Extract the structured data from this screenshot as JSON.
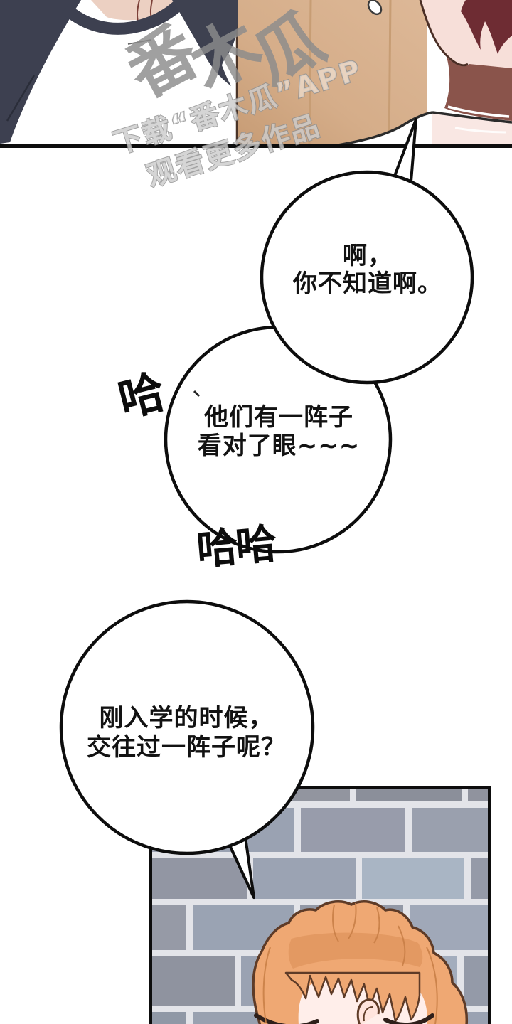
{
  "watermark": {
    "brand": "番木瓜",
    "line1": "下载“番木瓜”APP",
    "line2": "观看更多作品",
    "color": "#8c8c8c"
  },
  "speech_bubbles": {
    "bubble1": {
      "line1": "啊，",
      "line2": "你不知道啊。"
    },
    "bubble2": {
      "line1": "他们有一阵子",
      "line2": "看对了眼~~~"
    },
    "bubble3": {
      "line1": "刚入学的时候，",
      "line2": "交往过一阵子呢？"
    }
  },
  "sfx": {
    "laugh_small": "哈",
    "laugh_double": "哈哈"
  },
  "palette": {
    "ink": "#0d0d0d",
    "paper": "#ffffff",
    "door_tan": "#d9b491",
    "jacket_navy": "#3d4050",
    "skin_pink": "#f7dfd9",
    "neck_shadow": "#8a544b",
    "hair_dark_red": "#6e2c33",
    "hair_orange": "#efa873",
    "hair_outline": "#5e3b27",
    "brick_blue_gray": "#9aa2b2",
    "brick_mortar": "#e3e4e9"
  }
}
